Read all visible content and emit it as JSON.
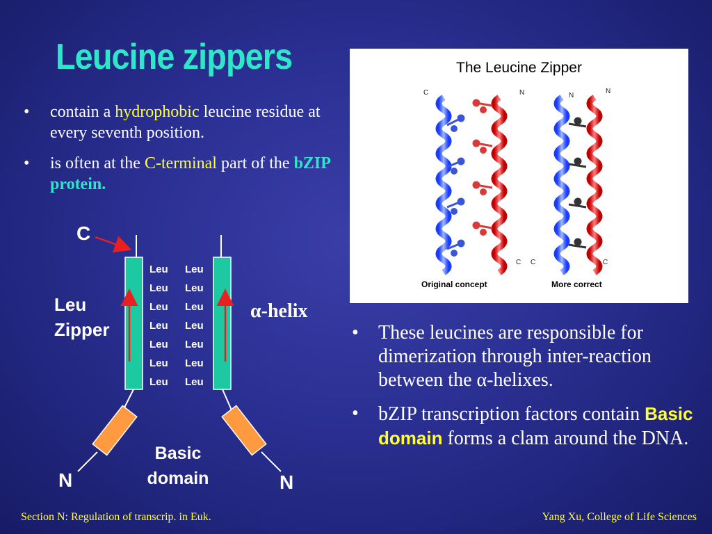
{
  "slide": {
    "title": "Leucine zippers",
    "bullet_char": "•",
    "left_bullets": [
      {
        "pre": "contain a ",
        "highlight": "hydrophobic",
        "post": " leucine residue at every seventh position."
      },
      {
        "pre": "is often at the ",
        "highlight": "C-terminal",
        "mid": " part of the ",
        "bold": "bZIP protein."
      }
    ],
    "right_bullets": [
      {
        "pre": "These leucines are responsible for dimerization through inter-reaction between the ",
        "alpha": "α",
        "post": "-helixes."
      },
      {
        "pre": "bZIP transcription factors contain ",
        "highlight": "Basic domain",
        "post": " forms a clam around the DNA."
      }
    ]
  },
  "image_panel": {
    "title": "The Leucine Zipper",
    "caption_left": "Original concept",
    "caption_right": "More correct",
    "end_c": "C",
    "end_n": "N"
  },
  "diagram": {
    "c_label": "C",
    "leu_zipper_line1": "Leu",
    "leu_zipper_line2": "Zipper",
    "alpha_symbol": "α",
    "helix_suffix": "-helix",
    "leu": "Leu",
    "basic_line1": "Basic",
    "basic_line2": "domain",
    "n_left": "N",
    "n_right": "N"
  },
  "colors": {
    "teal": "#2ee6c8",
    "yellow": "#ffff33",
    "helix_green": "#1cc9a0",
    "basic_orange": "#ff9a40",
    "arrow_red": "#e82020"
  },
  "footer": {
    "left": "Section N: Regulation of transcrip. in Euk.",
    "right": "Yang Xu, College of Life Sciences"
  }
}
